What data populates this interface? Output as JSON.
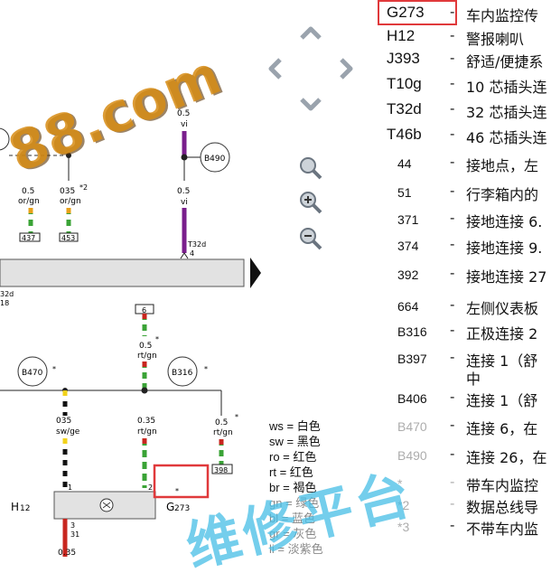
{
  "legend": [
    {
      "code": "G273",
      "desc": "车内监控传"
    },
    {
      "code": "H12",
      "desc": "警报喇叭"
    },
    {
      "code": "J393",
      "desc": "舒适/便捷系"
    },
    {
      "code": "T10g",
      "desc": "10 芯插头连"
    },
    {
      "code": "T32d",
      "desc": "32 芯插头连"
    },
    {
      "code": "T46b",
      "desc": "46 芯插头连"
    },
    {
      "code": "44",
      "desc": "接地点，左"
    },
    {
      "code": "51",
      "desc": "行李箱内的"
    },
    {
      "code": "371",
      "desc": "接地连接 6."
    },
    {
      "code": "374",
      "desc": "接地连接 9."
    },
    {
      "code": "392",
      "desc": "接地连接 27"
    },
    {
      "code": "664",
      "desc": "左侧仪表板"
    },
    {
      "code": "B316",
      "desc": "正极连接 2"
    },
    {
      "code": "B397",
      "desc": "连接 1（舒"
    },
    {
      "code": "B397_cont",
      "desc": "中"
    },
    {
      "code": "B406",
      "desc": "连接 1（舒"
    },
    {
      "code": "B470",
      "desc": "连接 6，在"
    },
    {
      "code": "B490",
      "desc": "连接 26，在"
    },
    {
      "code": "*",
      "desc": "带车内监控"
    },
    {
      "code": "*2",
      "desc": "数据总线导"
    },
    {
      "code": "*3",
      "desc": "不带车内监"
    }
  ],
  "color_key": [
    {
      "abbr": "ws",
      "name": "白色"
    },
    {
      "abbr": "sw",
      "name": "黑色"
    },
    {
      "abbr": "ro",
      "name": "红色"
    },
    {
      "abbr": "rt",
      "name": "红色"
    },
    {
      "abbr": "br",
      "name": "褐色"
    },
    {
      "abbr": "gn",
      "name": "绿色"
    },
    {
      "abbr": "bl",
      "name": "蓝色"
    },
    {
      "abbr": "gr",
      "name": "灰色"
    },
    {
      "abbr": "li",
      "name": "淡紫色"
    }
  ],
  "diagram": {
    "wire_vi_size": "0.5",
    "wire_vi_color": "vi",
    "wire_vi_lower_size": "0.5",
    "wire_vi_lower_color": "vi",
    "b490": "B490",
    "t32d_right": "T32d",
    "t32d_right_pin": "4",
    "t32d_left": "32d",
    "t32d_left_pin": "18",
    "wire1_size": "0.5",
    "wire1_color": "or/gn",
    "wire2_size": "035",
    "wire2_color": "or/gn",
    "wire2_note": "*2",
    "term_437": "437",
    "term_453": "453",
    "b470": "B470",
    "b316": "B316",
    "star": "*",
    "term_6": "6",
    "wire_rtgn_top_size": "0.5",
    "wire_rtgn_top_color": "rt/gn",
    "wire_swge_size": "035",
    "wire_swge_color": "sw/ge",
    "wire_rtgn_mid_size": "0.35",
    "wire_rtgn_mid_color": "rt/gn",
    "wire_rtgn_right_size": "0.5",
    "wire_rtgn_right_color": "rt/gn",
    "term_398": "398",
    "h12": "H",
    "h12_sub": "12",
    "g273": "G",
    "g273_sub": "273",
    "pin1": "1",
    "pin2": "2",
    "pin3": "3",
    "pin31": "31",
    "bottom_size": "0.35"
  },
  "watermarks": {
    "url": "88.com",
    "platform": "维修平台"
  }
}
